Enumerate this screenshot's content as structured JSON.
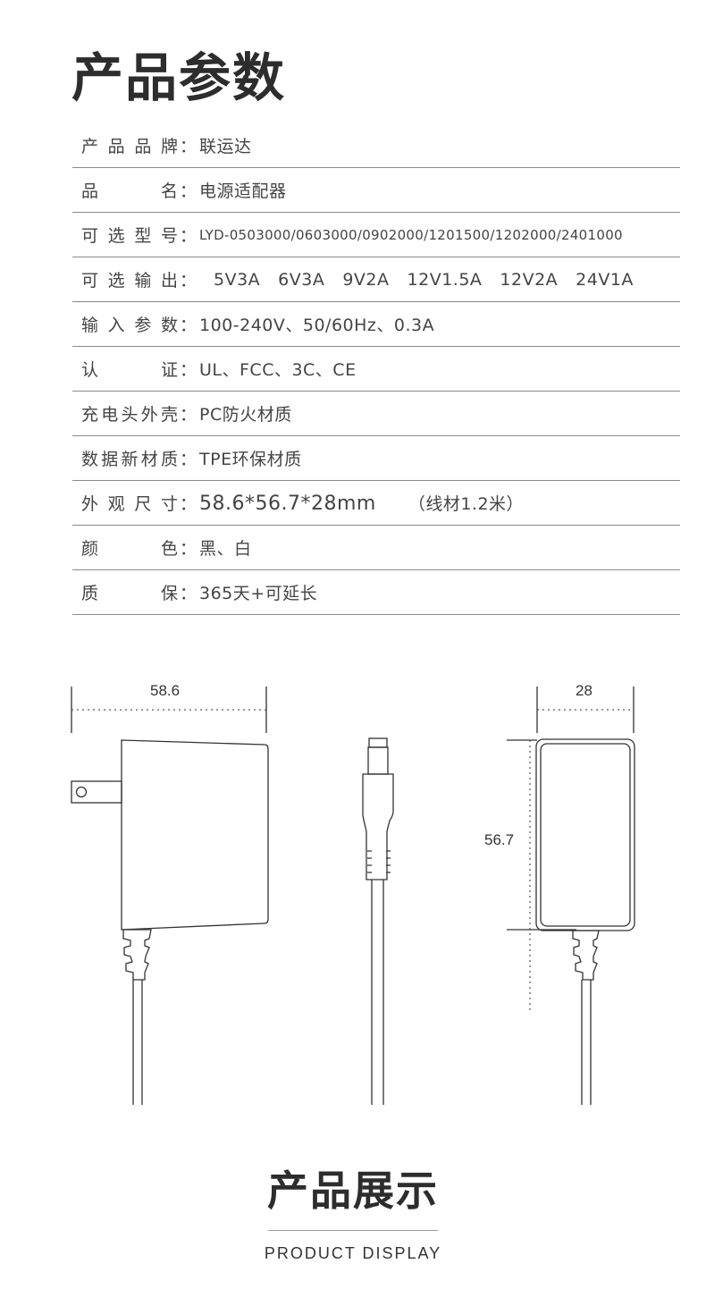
{
  "header": {
    "title": "产品参数"
  },
  "specs": {
    "brand": {
      "label": [
        "产",
        "品",
        "品",
        "牌"
      ],
      "sep": "：",
      "value": "联运达"
    },
    "name": {
      "label": [
        "品",
        "名"
      ],
      "sep": "：",
      "value": "电源适配器"
    },
    "model": {
      "label": [
        "可",
        "选",
        "型",
        "号"
      ],
      "sep": "：",
      "value": "LYD-0503000/0603000/0902000/1201500/1202000/2401000"
    },
    "output": {
      "label": [
        "可",
        "选",
        "输",
        "出"
      ],
      "sep": "：",
      "values": [
        "5V3A",
        "6V3A",
        "9V2A",
        "12V1.5A",
        "12V2A",
        "24V1A"
      ]
    },
    "input": {
      "label": [
        "输",
        "入",
        "参",
        "数"
      ],
      "sep": "：",
      "value": "100-240V、50/60Hz、0.3A"
    },
    "cert": {
      "label": [
        "认",
        "证"
      ],
      "sep": "：",
      "value": "UL、FCC、3C、CE"
    },
    "shell": {
      "label": [
        "充",
        "电",
        "头",
        "外",
        "壳"
      ],
      "sep": "：",
      "value": "PC防火材质"
    },
    "cable": {
      "label": [
        "数",
        "据",
        "新",
        "材",
        "质"
      ],
      "sep": "：",
      "value": "TPE环保材质"
    },
    "size": {
      "label": [
        "外",
        "观",
        "尺",
        "寸"
      ],
      "sep": "：",
      "value": "58.6*56.7*28mm",
      "note": "（线材1.2米）"
    },
    "color": {
      "label": [
        "颜",
        "色"
      ],
      "sep": "：",
      "value": "黑、白"
    },
    "warranty": {
      "label": [
        "质",
        "保"
      ],
      "sep": "：",
      "value": "365天+可延长"
    }
  },
  "dimensions": {
    "width": "58.6",
    "depth": "28",
    "height": "56.7"
  },
  "showcase": {
    "title": "产品展示",
    "subtitle": "PRODUCT DISPLAY"
  }
}
